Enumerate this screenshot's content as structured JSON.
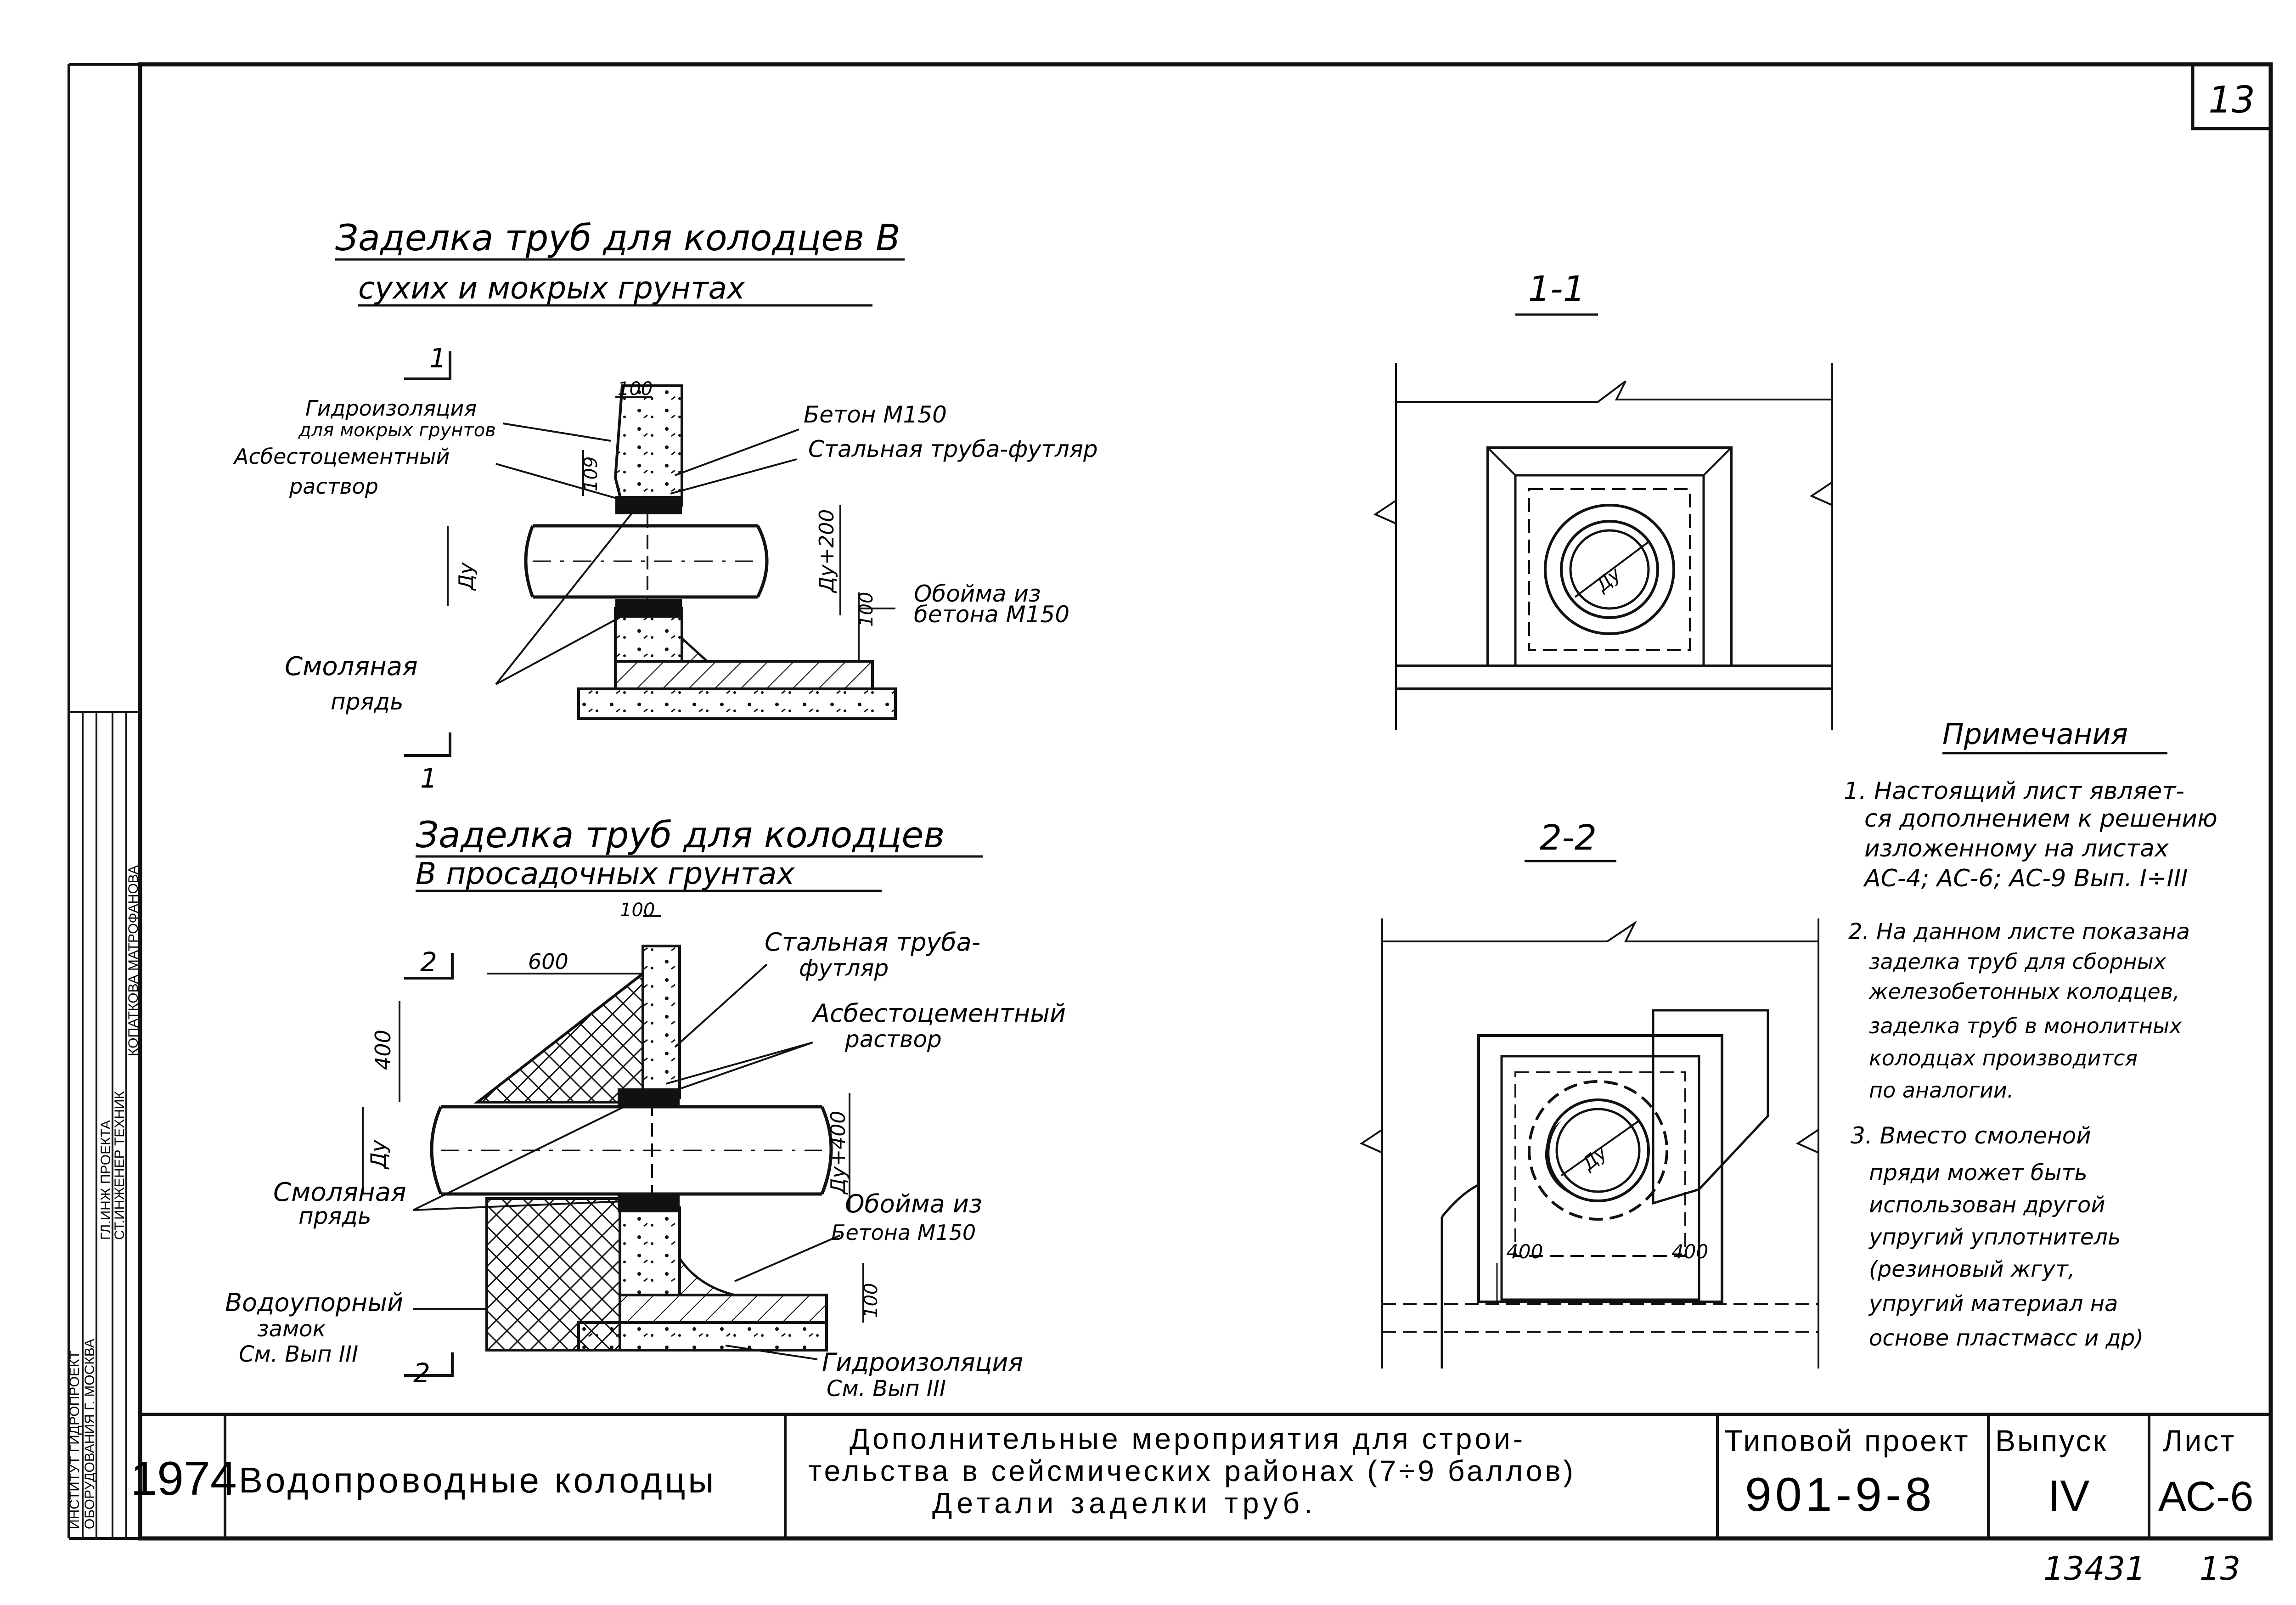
{
  "sheet_corner_number": "13",
  "drawing1": {
    "title_line1": "Заделка труб для колодцев В",
    "title_line2": "сухих и мокрых грунтах",
    "section_mark": "1",
    "labels": {
      "waterproofing": "Гидроизоляция",
      "waterproofing2": "для мокрых грунтов",
      "asbestos": "Асбестоцементный",
      "asbestos2": "раствор",
      "concrete": "Бетон М150",
      "steel_pipe": "Стальная труба-футляр",
      "clip1": "Обойма из",
      "clip2": "бетона М150",
      "tar1": "Смоляная",
      "tar2": "прядь"
    },
    "dims": {
      "d100": "100",
      "d109": "109",
      "du": "Ду",
      "du200": "Ду+200",
      "d100b": "100"
    }
  },
  "drawing2": {
    "title_line1": "Заделка труб для колодцев",
    "title_line2": "В просадочных грунтах",
    "section_mark": "2",
    "labels": {
      "steel_pipe1": "Стальная труба-",
      "steel_pipe2": "футляр",
      "asbestos1": "Асбестоцементный",
      "asbestos2": "раствор",
      "tar1": "Смоляная",
      "tar2": "прядь",
      "clip1": "Обойма из",
      "clip2": "Бетона М150",
      "lock1": "Водоупорный",
      "lock2": "замок",
      "lock3": "См. Вып III",
      "waterproofing1": "Гидроизоляция",
      "waterproofing2": "См. Вып III"
    },
    "dims": {
      "d100": "100",
      "d600": "600",
      "d400": "400",
      "du": "Ду",
      "du400": "Ду+400",
      "d100b": "100"
    }
  },
  "section11": {
    "title": "1-1",
    "du": "Ду"
  },
  "section22": {
    "title": "2-2",
    "du": "Ду",
    "d400a": "400",
    "d400b": "400"
  },
  "notes": {
    "heading": "Примечания",
    "lines": [
      "1. Настоящий лист являет-",
      "ся дополнением к решению",
      "изложенному на листах",
      "АС-4; АС-6; АС-9 Вып. I÷III",
      "2. На данном листе показана",
      "заделка труб для сборных",
      "железобетонных колодцев,",
      "заделка труб в монолитных",
      "колодцах производится",
      "по аналогии.",
      "3. Вместо смоленой",
      "пряди может быть",
      "использован другой",
      "упругий уплотнитель",
      "(резиновый жгут,",
      "упругий материал на",
      "основе пластмасс и др)"
    ]
  },
  "left_stamp": {
    "col1": "ИНСТИТУТ ГИДРОПРОЕКТ",
    "col2": "ОБОРУДОВАНИЯ Г. МОСКВА",
    "col3": "ГЛ.ИНЖ ПРОЕКТА",
    "col4": "СТ.ИНЖЕНЕР ТЕХНИК",
    "col5": "КОПАТКОВА МАТРОФАНОВА"
  },
  "title_block": {
    "year": "1974",
    "object": "Водопроводные колодцы",
    "desc_line1": "Дополнительные мероприятия для строи-",
    "desc_line2": "тельства в сейсмических районах (7÷9 баллов)",
    "desc_line3": "Детали заделки труб.",
    "project_label": "Типовой проект",
    "project_value": "901-9-8",
    "issue_label": "Выпуск",
    "issue_value": "IV",
    "sheet_label": "Лист",
    "sheet_value": "АС-6"
  },
  "footer_number": "13431",
  "footer_page": "13"
}
